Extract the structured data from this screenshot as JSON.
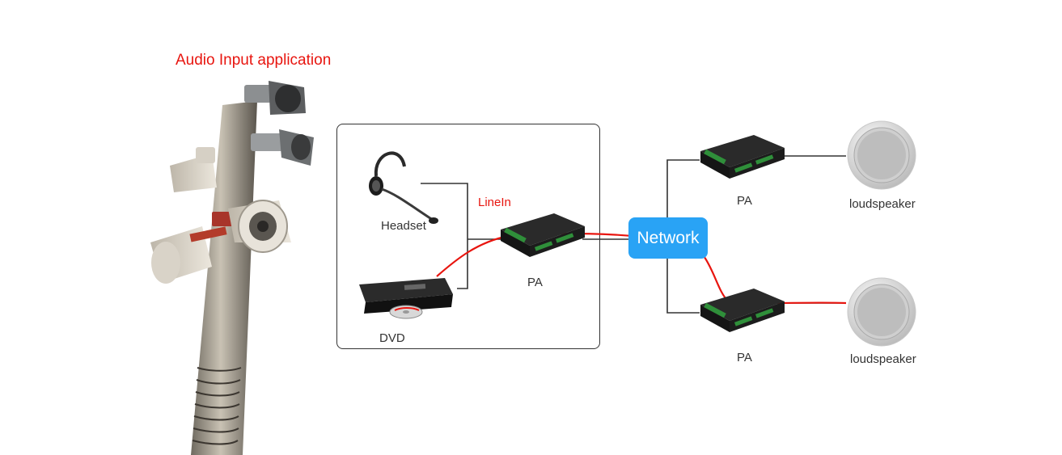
{
  "diagram": {
    "title": "Audio Input application",
    "network_label": "Network",
    "line_in_label": "LineIn",
    "devices": {
      "headset": "Headset",
      "dvd": "DVD",
      "pa_input": "PA",
      "pa_top": "PA",
      "pa_bottom": "PA",
      "speaker_top": "loudspeaker",
      "speaker_bottom": "loudspeaker"
    },
    "colors": {
      "title": "#e8150f",
      "signal_line": "#e8150f",
      "network_fill": "#29a3f5",
      "connector": "#333333"
    }
  }
}
